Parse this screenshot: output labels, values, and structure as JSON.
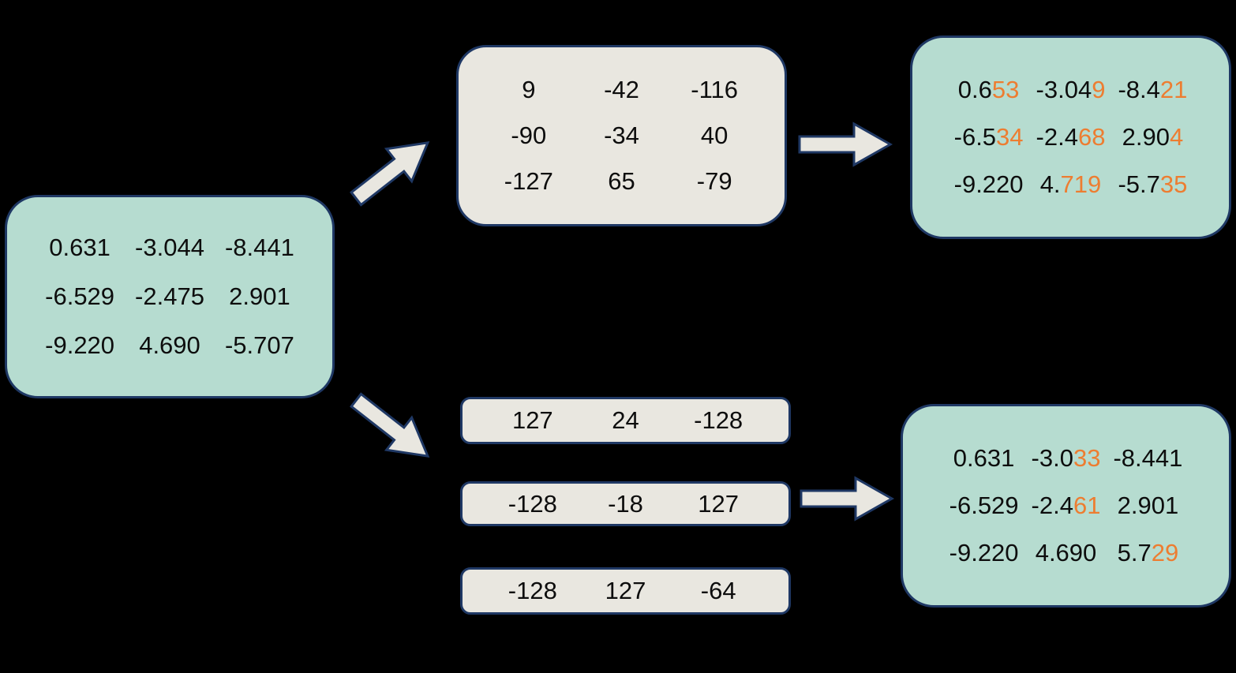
{
  "diagram": {
    "colors": {
      "background": "#000000",
      "matrix_box_fill": "#b6dcd0",
      "quantized_box_fill": "#e9e7e0",
      "border": "#1f3864",
      "text": "#0d0d0d",
      "changed_digit_highlight": "#ed7d31",
      "arrow_fill": "#e9e7e0"
    },
    "original_matrix": {
      "rows": [
        [
          [
            {
              "t": "0.631"
            }
          ],
          [
            {
              "t": "-3.044"
            }
          ],
          [
            {
              "t": "-8.441"
            }
          ]
        ],
        [
          [
            {
              "t": "-6.529"
            }
          ],
          [
            {
              "t": "-2.475"
            }
          ],
          [
            {
              "t": "2.901"
            }
          ]
        ],
        [
          [
            {
              "t": "-9.220"
            }
          ],
          [
            {
              "t": "4.690"
            }
          ],
          [
            {
              "t": "-5.707"
            }
          ]
        ]
      ]
    },
    "per_tensor_quantized_matrix": {
      "rows": [
        [
          [
            {
              "t": "9"
            }
          ],
          [
            {
              "t": "-42"
            }
          ],
          [
            {
              "t": "-116"
            }
          ]
        ],
        [
          [
            {
              "t": "-90"
            }
          ],
          [
            {
              "t": "-34"
            }
          ],
          [
            {
              "t": "40"
            }
          ]
        ],
        [
          [
            {
              "t": "-127"
            }
          ],
          [
            {
              "t": "65"
            }
          ],
          [
            {
              "t": "-79"
            }
          ]
        ]
      ]
    },
    "per_tensor_dequantized_matrix": {
      "rows": [
        [
          [
            {
              "t": "0.6"
            },
            {
              "t": "53",
              "hl": true
            }
          ],
          [
            {
              "t": "-3.04"
            },
            {
              "t": "9",
              "hl": true
            }
          ],
          [
            {
              "t": "-8.4"
            },
            {
              "t": "21",
              "hl": true
            }
          ]
        ],
        [
          [
            {
              "t": "-6.5"
            },
            {
              "t": "34",
              "hl": true
            }
          ],
          [
            {
              "t": "-2.4"
            },
            {
              "t": "68",
              "hl": true
            }
          ],
          [
            {
              "t": "2.90"
            },
            {
              "t": "4",
              "hl": true
            }
          ]
        ],
        [
          [
            {
              "t": "-9.220"
            }
          ],
          [
            {
              "t": "4."
            },
            {
              "t": "719",
              "hl": true
            }
          ],
          [
            {
              "t": "-5.7"
            },
            {
              "t": "35",
              "hl": true
            }
          ]
        ]
      ]
    },
    "per_row_quantized_rows": {
      "row1": {
        "rows": [
          [
            [
              {
                "t": "127"
              }
            ],
            [
              {
                "t": "24"
              }
            ],
            [
              {
                "t": "-128"
              }
            ]
          ]
        ]
      },
      "row2": {
        "rows": [
          [
            [
              {
                "t": "-128"
              }
            ],
            [
              {
                "t": "-18"
              }
            ],
            [
              {
                "t": "127"
              }
            ]
          ]
        ]
      },
      "row3": {
        "rows": [
          [
            [
              {
                "t": "-128"
              }
            ],
            [
              {
                "t": "127"
              }
            ],
            [
              {
                "t": "-64"
              }
            ]
          ]
        ]
      }
    },
    "per_row_dequantized_matrix": {
      "rows": [
        [
          [
            {
              "t": "0.631"
            }
          ],
          [
            {
              "t": "-3.0"
            },
            {
              "t": "33",
              "hl": true
            }
          ],
          [
            {
              "t": "-8.441"
            }
          ]
        ],
        [
          [
            {
              "t": "-6.529"
            }
          ],
          [
            {
              "t": "-2.4"
            },
            {
              "t": "61",
              "hl": true
            }
          ],
          [
            {
              "t": "2.901"
            }
          ]
        ],
        [
          [
            {
              "t": "-9.220"
            }
          ],
          [
            {
              "t": "4.690"
            }
          ],
          [
            {
              "t": "5.7"
            },
            {
              "t": "29",
              "hl": true
            }
          ]
        ]
      ]
    }
  }
}
